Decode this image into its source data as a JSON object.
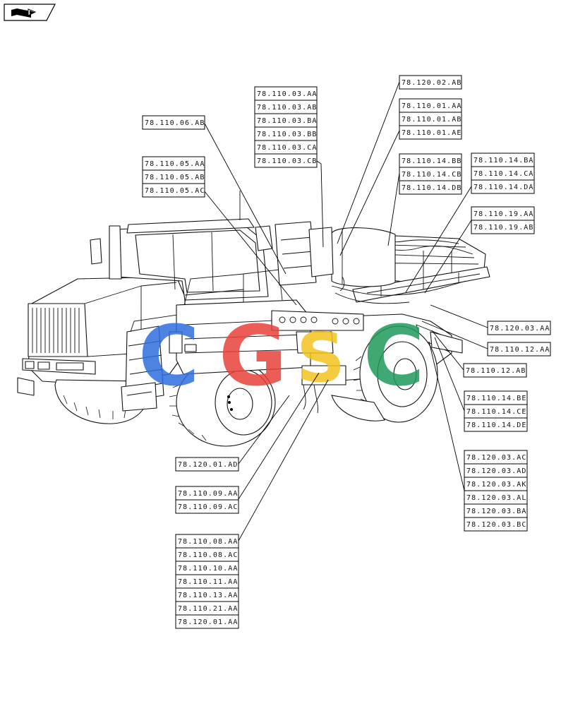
{
  "nav": {
    "icon": "arrow-book-icon"
  },
  "watermark": {
    "letters": [
      "C",
      "G",
      "S",
      "C"
    ],
    "colors": [
      "#2f6fe0",
      "#e8433a",
      "#f4c21f",
      "#1f9a5a"
    ]
  },
  "callouts": [
    {
      "id": "g1",
      "labels": [
        "78.120.02.AB"
      ]
    },
    {
      "id": "g2",
      "labels": [
        "78.110.03.AA",
        "78.110.03.AB",
        "78.110.03.BA",
        "78.110.03.BB",
        "78.110.03.CA",
        "78.110.03.CB"
      ]
    },
    {
      "id": "g3",
      "labels": [
        "78.110.01.AA",
        "78.110.01.AB",
        "78.110.01.AE"
      ]
    },
    {
      "id": "g4",
      "labels": [
        "78.110.06.AB"
      ]
    },
    {
      "id": "g5",
      "labels": [
        "78.110.05.AA",
        "78.110.05.AB",
        "78.110.05.AC"
      ]
    },
    {
      "id": "g6",
      "labels": [
        "78.110.14.BB",
        "78.110.14.CB",
        "78.110.14.DB"
      ]
    },
    {
      "id": "g7",
      "labels": [
        "78.110.14.BA",
        "78.110.14.CA",
        "78.110.14.DA"
      ]
    },
    {
      "id": "g8",
      "labels": [
        "78.110.19.AA",
        "78.110.19.AB"
      ]
    },
    {
      "id": "g9",
      "labels": [
        "78.120.03.AA"
      ]
    },
    {
      "id": "g10",
      "labels": [
        "78.110.12.AA"
      ]
    },
    {
      "id": "g11",
      "labels": [
        "78.110.12.AB"
      ]
    },
    {
      "id": "g12",
      "labels": [
        "78.110.14.BE",
        "78.110.14.CE",
        "78.110.14.DE"
      ]
    },
    {
      "id": "g13",
      "labels": [
        "78.120.03.AC",
        "78.120.03.AD",
        "78.120.03.AK",
        "78.120.03.AL",
        "78.120.03.BA",
        "78.120.03.BC"
      ]
    },
    {
      "id": "g14",
      "labels": [
        "78.120.01.AD"
      ]
    },
    {
      "id": "g15",
      "labels": [
        "78.110.09.AA",
        "78.110.09.AC"
      ]
    },
    {
      "id": "g16",
      "labels": [
        "78.110.08.AA",
        "78.110.08.AC",
        "78.110.10.AA",
        "78.110.11.AA",
        "78.110.13.AA",
        "78.110.21.AA",
        "78.120.01.AA"
      ]
    }
  ]
}
